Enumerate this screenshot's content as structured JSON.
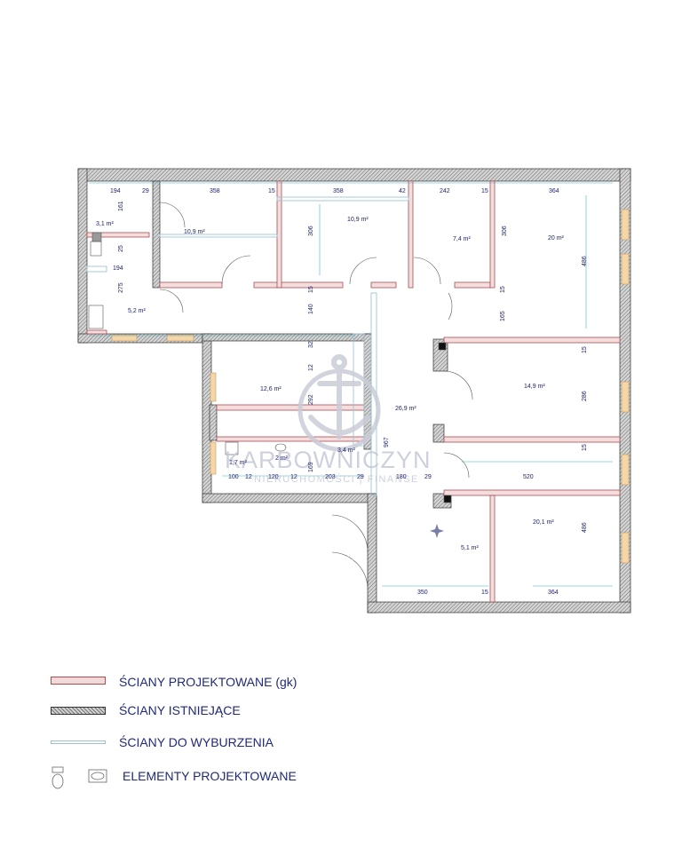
{
  "rooms": [
    {
      "area": "3,1 m²"
    },
    {
      "area": "10,9 m²"
    },
    {
      "area": "10,9 m²"
    },
    {
      "area": "7,4 m²"
    },
    {
      "area": "20 m²"
    },
    {
      "area": "5,2 m²"
    },
    {
      "area": "12,6 m²"
    },
    {
      "area": "14,9 m²"
    },
    {
      "area": "26,9 m²"
    },
    {
      "area": "3,4 m²"
    },
    {
      "area": "1,7 m²"
    },
    {
      "area": "2 m²"
    },
    {
      "area": "5,1 m²"
    },
    {
      "area": "20,1 m²"
    }
  ],
  "dimensions": [
    "194",
    "29",
    "358",
    "15",
    "358",
    "42",
    "242",
    "15",
    "364",
    "161",
    "25",
    "194",
    "275",
    "306",
    "306",
    "486",
    "15",
    "140",
    "15",
    "165",
    "32",
    "15",
    "12",
    "292",
    "286",
    "967",
    "15",
    "520",
    "100",
    "12",
    "120",
    "12",
    "169",
    "203",
    "29",
    "180",
    "29",
    "486",
    "350",
    "15",
    "364"
  ],
  "watermark": {
    "brand": "KARBOWNICZYN",
    "tagline": "NIERUCHOMOŚCI | FINANSE"
  },
  "legend": [
    {
      "label": "ŚCIANY PROJEKTOWANE (gk)",
      "swatch": "projected-wall"
    },
    {
      "label": "ŚCIANY ISTNIEJĄCE",
      "swatch": "existing-wall"
    },
    {
      "label": "ŚCIANY DO WYBURZENIA",
      "swatch": "demolition-wall"
    },
    {
      "label": "ELEMENTY PROJEKTOWANE",
      "icons": [
        "toilet-icon",
        "sink-icon"
      ]
    }
  ],
  "colors": {
    "existing_wall": "#777777",
    "projected_wall": "#b04a50",
    "demolition": "#9fbfd0",
    "dimension": "#3fb0c8",
    "text": "#1f2a7a",
    "window": "#f0c890"
  }
}
